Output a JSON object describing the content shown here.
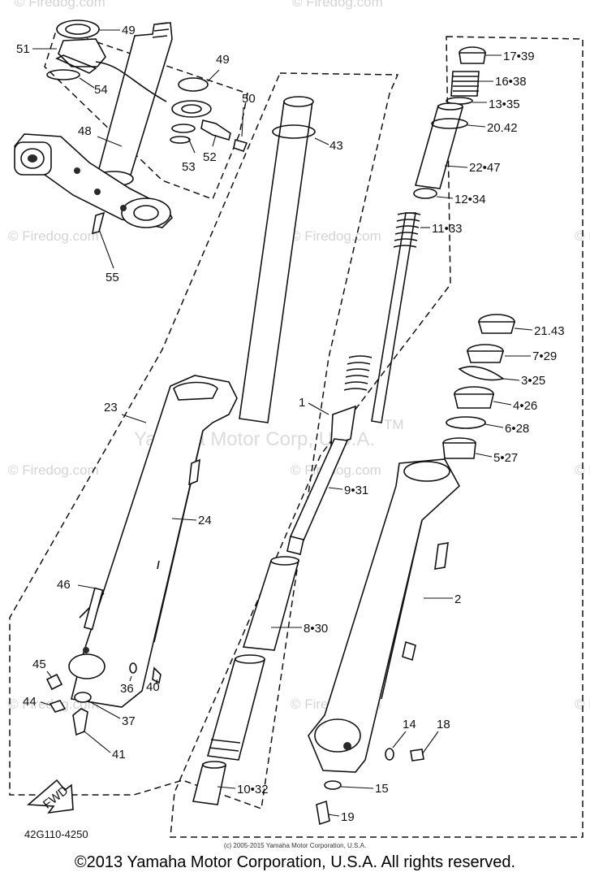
{
  "diagram": {
    "part_code": "42G110-4250",
    "small_copyright": "(c) 2005-2015 Yamaha Motor Corporation, U.S.A.",
    "footer_copyright": "©2013 Yamaha Motor Corporation, U.S.A. All rights reserved.",
    "watermark_site": "© Firedog.com",
    "watermark_brand": "Yamaha Motor Corp, U.S.A.",
    "watermark_tm": "TM",
    "fwd_label": "FWD",
    "callouts": [
      "49",
      "51",
      "54",
      "49",
      "50",
      "48",
      "53",
      "52",
      "55",
      "43",
      "17•39",
      "16•38",
      "13•35",
      "20.42",
      "22•47",
      "12•34",
      "11•33",
      "21.43",
      "7•29",
      "3•25",
      "4•26",
      "6•28",
      "5•27",
      "23",
      "24",
      "1",
      "9•31",
      "2",
      "46",
      "8•30",
      "45",
      "36",
      "40",
      "44",
      "37",
      "41",
      "14",
      "18",
      "10•32",
      "15",
      "19"
    ]
  }
}
